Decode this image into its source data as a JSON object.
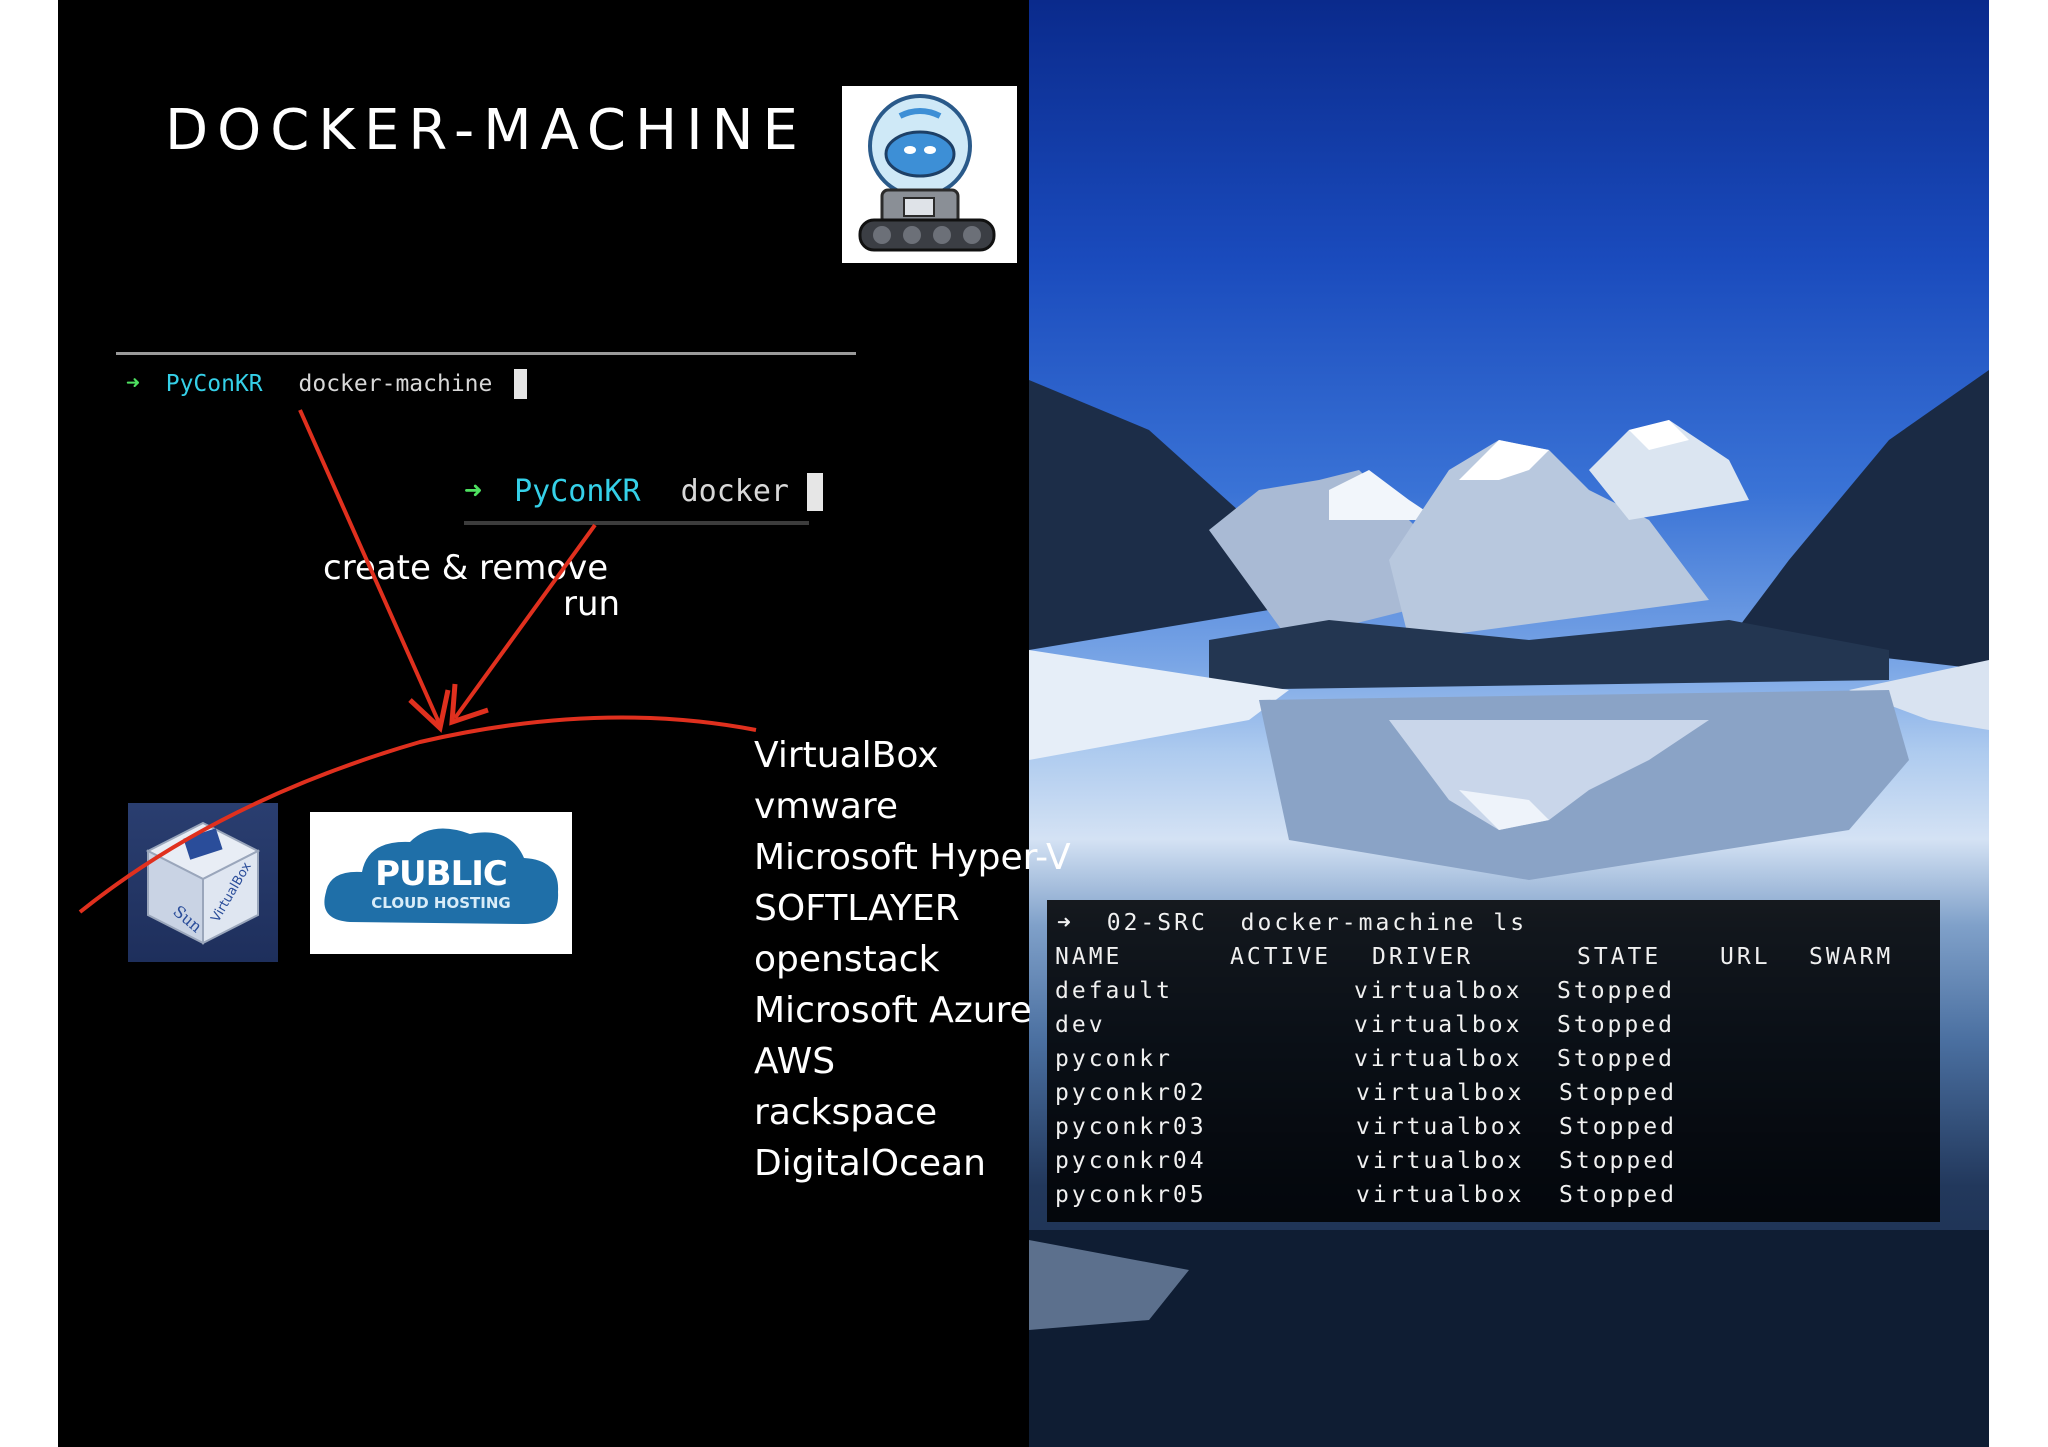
{
  "slide": {
    "title": "DOCKER-MACHINE"
  },
  "terminal_top": {
    "arrow": "➜",
    "dir": "PyConKR",
    "command": "docker-machine"
  },
  "terminal_mid": {
    "arrow": "➜",
    "dir": "PyConKR",
    "command": "docker"
  },
  "annotations": {
    "create_remove": "create & remove",
    "run": "run",
    "arrow_color": "#e0301e"
  },
  "cloud_logo": {
    "line1": "PUBLIC",
    "line2": "CLOUD HOSTING"
  },
  "drivers": [
    "VirtualBox",
    "vmware",
    "Microsoft Hyper-V",
    "SOFTLAYER",
    "openstack",
    "Microsoft Azure",
    "AWS",
    "rackspace",
    "DigitalOcean"
  ],
  "ls_output": {
    "prompt_arrow": "➜",
    "prompt_dir": "02-SRC",
    "prompt_cmd": "docker-machine ls",
    "headers": [
      "NAME",
      "ACTIVE",
      "DRIVER",
      "STATE",
      "URL",
      "SWARM"
    ],
    "rows": [
      {
        "name": "default",
        "driver": "virtualbox",
        "state": "Stopped"
      },
      {
        "name": "dev",
        "driver": "virtualbox",
        "state": "Stopped"
      },
      {
        "name": "pyconkr",
        "driver": "virtualbox",
        "state": "Stopped"
      },
      {
        "name": "pyconkr02",
        "driver": "virtualbox",
        "state": "Stopped"
      },
      {
        "name": "pyconkr03",
        "driver": "virtualbox",
        "state": "Stopped"
      },
      {
        "name": "pyconkr04",
        "driver": "virtualbox",
        "state": "Stopped"
      },
      {
        "name": "pyconkr05",
        "driver": "virtualbox",
        "state": "Stopped"
      }
    ]
  },
  "colors": {
    "terminal_arrow": "#4ee060",
    "terminal_dir": "#35d0e8",
    "cloud_blue": "#1f6fa8"
  }
}
